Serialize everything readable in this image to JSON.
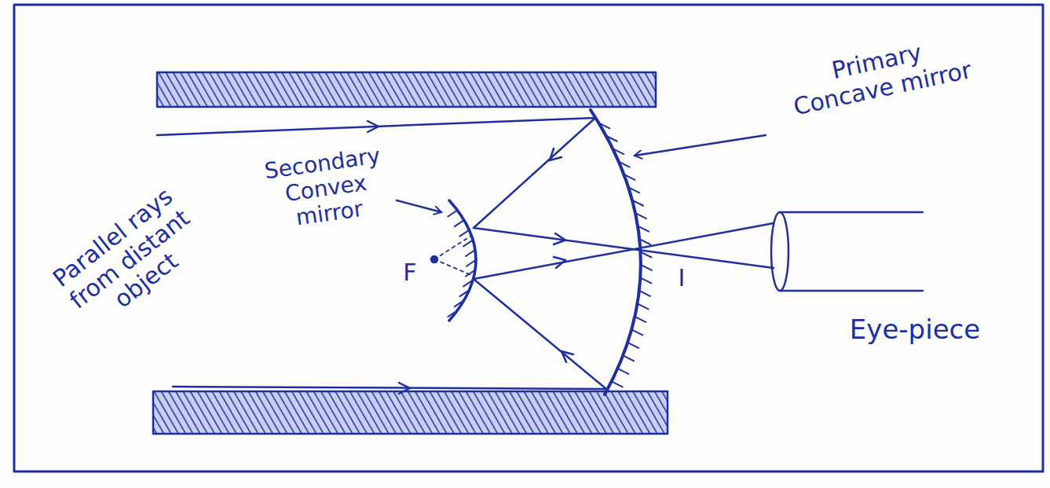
{
  "diagram": {
    "labels": [
      "Primary Concave mirror",
      "Secondary Convex mirror",
      "Parallel rays from distant object",
      "F",
      "I",
      "Eye-piece"
    ]
  }
}
